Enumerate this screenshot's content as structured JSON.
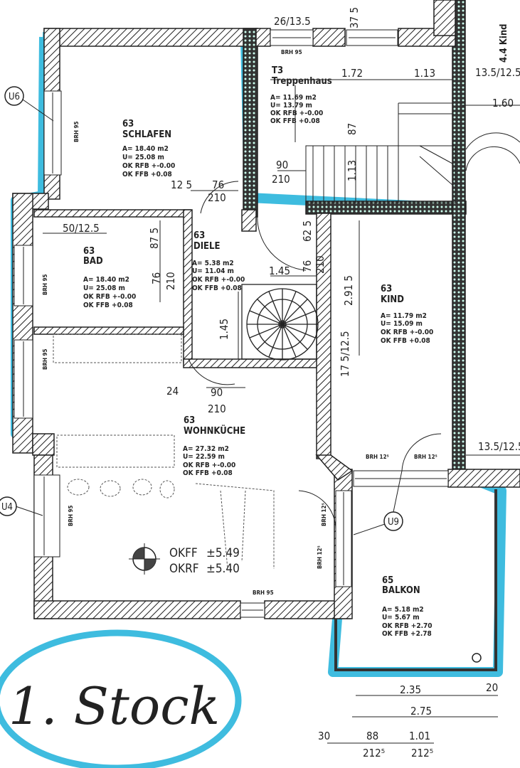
{
  "colors": {
    "highlight": "#2ab5dc",
    "ink": "#222222",
    "paper": "#ffffff"
  },
  "title_handwritten": "1. Stock",
  "rooms": {
    "schlafen": {
      "number": "63",
      "name": "SCHLAFEN",
      "area": "A= 18.40 m2",
      "perimeter": "U= 25.08 m",
      "rfb": "OK RFB +-0.00",
      "ffb": "OK FFB +0.08"
    },
    "treppenhaus": {
      "number": "T3",
      "name": "Treppenhaus",
      "area": "A= 11.69 m2",
      "perimeter": "U= 13.79 m",
      "rfb": "OK RFB +-0.00",
      "ffb": "OK FFB +0.08"
    },
    "bad": {
      "number": "63",
      "name": "BAD",
      "area": "A= 18.40 m2",
      "perimeter": "U= 25.08 m",
      "rfb": "OK RFB +-0.00",
      "ffb": "OK FFB +0.08"
    },
    "diele": {
      "number": "63",
      "name": "DIELE",
      "area": "A= 5.38 m2",
      "perimeter": "U= 11.04 m",
      "rfb": "OK RFB +-0.00",
      "ffb": "OK FFB +0.08"
    },
    "kind": {
      "number": "63",
      "name": "KIND",
      "area": "A= 11.79 m2",
      "perimeter": "U= 15.09 m",
      "rfb": "OK RFB +-0.00",
      "ffb": "OK FFB +0.08"
    },
    "wohnkueche": {
      "number": "63",
      "name": "WOHNKÜCHE",
      "area": "A= 27.32 m2",
      "perimeter": "U= 22.59 m",
      "rfb": "OK RFB +-0.00",
      "ffb": "OK FFB +0.08"
    },
    "balkon": {
      "number": "65",
      "name": "BALKON",
      "area": "A= 5.18 m2",
      "perimeter": "U= 5.67 m",
      "rfb": "OK RFB +2.70",
      "ffb": "OK FFB +2.78"
    }
  },
  "level_marker": {
    "okff": "OKFF",
    "okff_value": "±5.49",
    "okrf": "OKRF",
    "okrf_value": "±5.40"
  },
  "window_markers": {
    "u6": "U6",
    "u4": "U4",
    "u9": "U9"
  },
  "neighbor_label": "4.4 Kind",
  "sill_labels": {
    "brh95": "BRH 95",
    "brh125": "BRH 12⁵"
  },
  "dimensions": {
    "d_26_135": "26/13.5",
    "d_375": "37 5",
    "d_172": "1.72",
    "d_113": "1.13",
    "d_135_125_top": "13.5/12.5",
    "d_160": "1.60",
    "d_87": "87",
    "d_113v": "1.13",
    "d_90a": "90",
    "d_210a": "210",
    "d_125": "12 5",
    "d_76a": "76",
    "d_210b": "210",
    "d_50_125": "50/12.5",
    "d_875": "87 5",
    "d_76b": "76",
    "d_210c": "210",
    "d_145h": "1.45",
    "d_145v": "1.45",
    "d_625": "62 5",
    "d_76c": "76",
    "d_210d": "210",
    "d_2915": "2.91 5",
    "d_175_125": "17 5/12.5",
    "d_24": "24",
    "d_90b": "90",
    "d_210e": "210",
    "d_135_125_right": "13.5/12.5",
    "d_235": "2.35",
    "d_20": "20",
    "d_275": "2.75",
    "d_30": "30",
    "d_88": "88",
    "d_101": "1.01",
    "d_2125a": "212⁵",
    "d_2125b": "212⁵"
  }
}
